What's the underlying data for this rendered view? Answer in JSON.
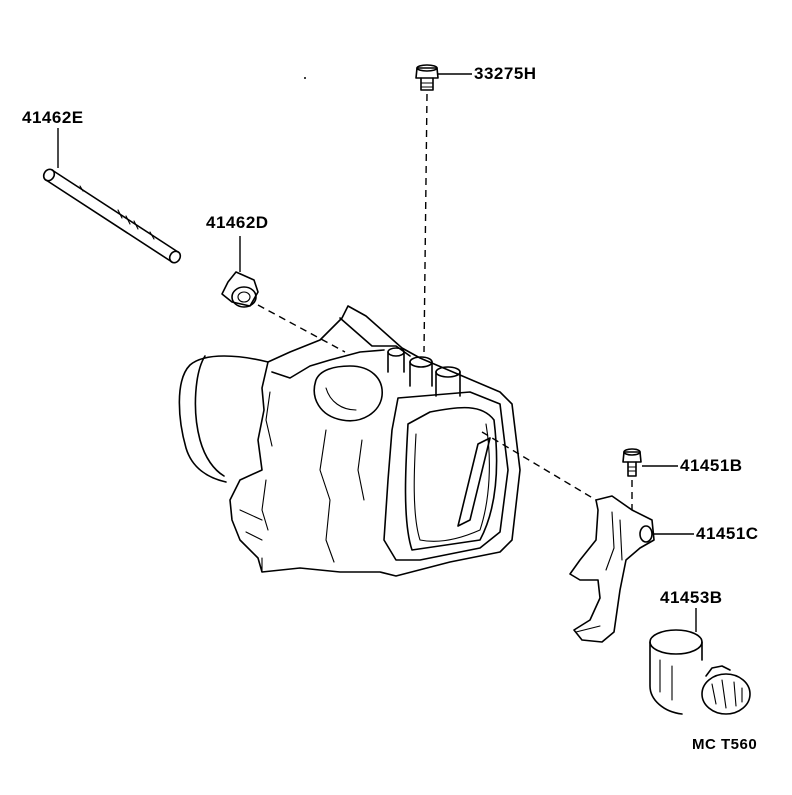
{
  "diagram_code": "MC T560",
  "parts": [
    {
      "id": "p1",
      "number": "41462E"
    },
    {
      "id": "p2",
      "number": "41462D"
    },
    {
      "id": "p3",
      "number": "33275H"
    },
    {
      "id": "p4",
      "number": "41451B"
    },
    {
      "id": "p5",
      "number": "41451C"
    },
    {
      "id": "p6",
      "number": "41453B"
    }
  ]
}
